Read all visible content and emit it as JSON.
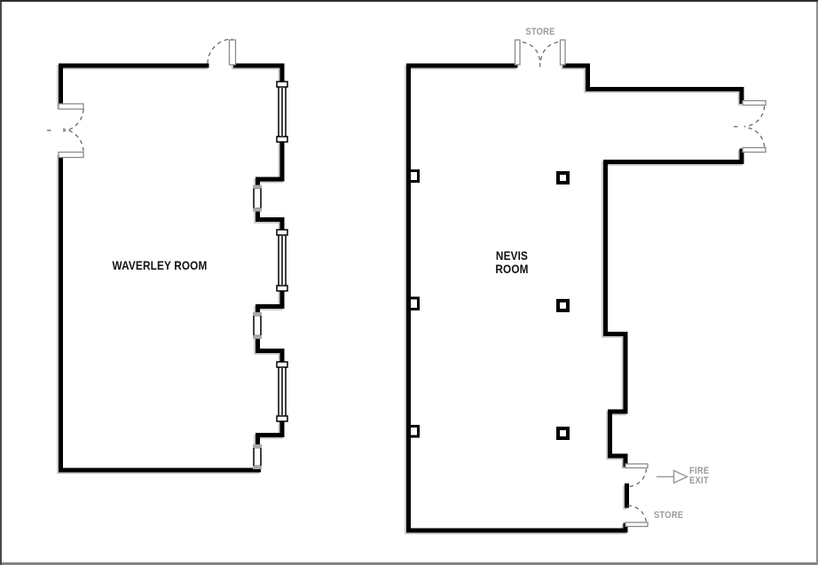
{
  "diagram": {
    "type": "architectural floor plan",
    "room_count": 2
  },
  "colors": {
    "background": "#ffffff",
    "wall": "#000000",
    "wall_shadow": "#c4c4c4",
    "door_outline": "#8a8a8a",
    "swing_arc": "#5f5f5f",
    "room_label_text": "#111111",
    "annotation_text": "#9b9b9b"
  },
  "rooms": {
    "waverley": {
      "label": "WAVERLEY ROOM"
    },
    "nevis": {
      "label_line1": "NEVIS",
      "label_line2": "ROOM"
    }
  },
  "annotations": {
    "store_top": "STORE",
    "store_bottom": "STORE",
    "fire_exit_line1": "FIRE",
    "fire_exit_line2": "EXIT"
  },
  "features": {
    "waverley_windows": 6,
    "waverley_doors": 2,
    "nevis_double_doors": 2,
    "nevis_single_doors": 2,
    "nevis_columns": 3,
    "nevis_wall_pilasters": 3
  },
  "symbols": {
    "double-door-icon": "two leaves with dashed quarter-circle swing arcs",
    "single-door-icon": "one leaf with dashed quarter-circle swing arc",
    "window-icon": "double-line glazing bar with end caps",
    "column-icon": "small hollow square",
    "fire-exit-arrow-icon": "gray line with open triangular arrowhead pointing right"
  }
}
